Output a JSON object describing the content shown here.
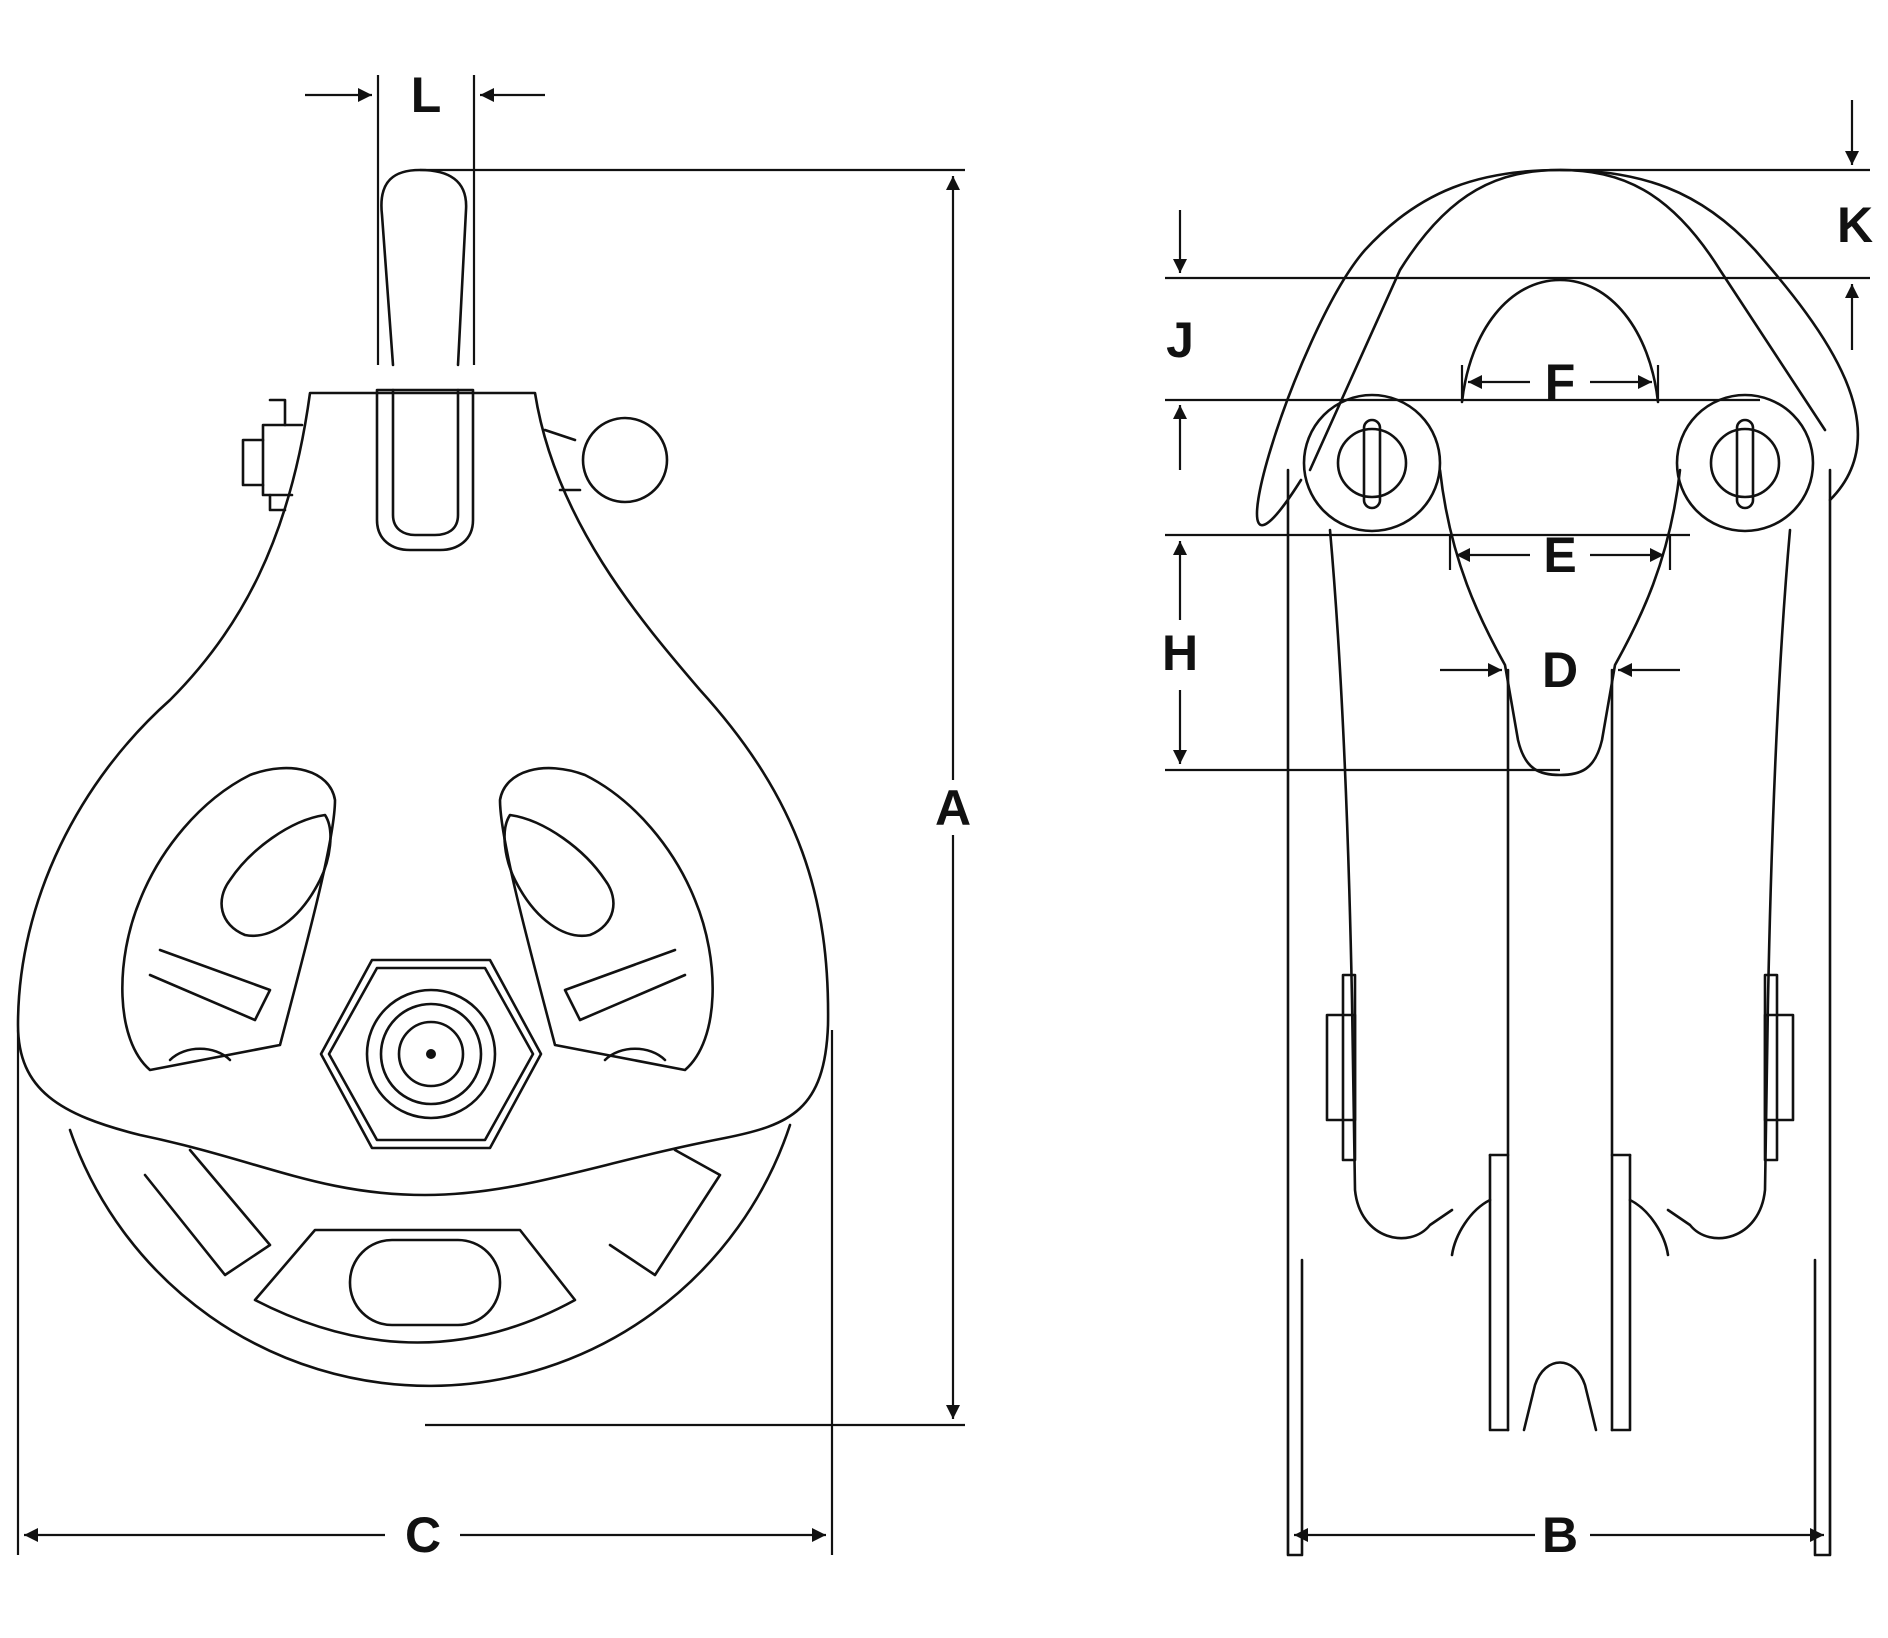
{
  "colors": {
    "line": "#111111",
    "background": "#ffffff"
  },
  "dimensions": {
    "A": "A",
    "B": "B",
    "C": "C",
    "D": "D",
    "E": "E",
    "F": "F",
    "H": "H",
    "J": "J",
    "K": "K",
    "L": "L"
  }
}
